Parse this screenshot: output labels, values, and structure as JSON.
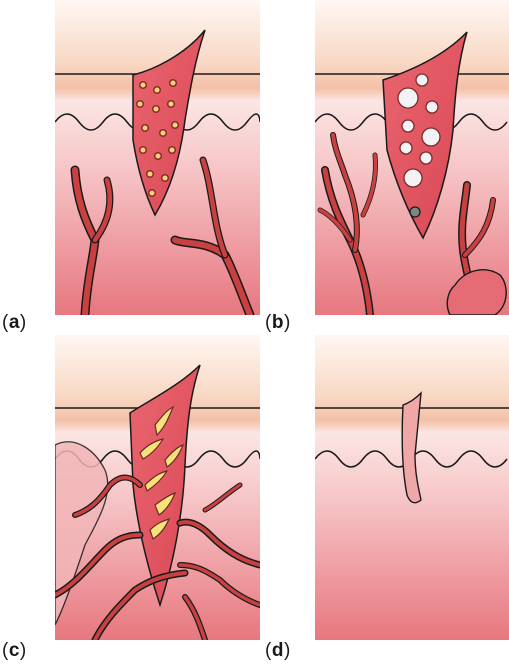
{
  "panels": [
    {
      "id": "a",
      "label": "(a)",
      "letter": "a"
    },
    {
      "id": "b",
      "label": "(b)",
      "letter": "b"
    },
    {
      "id": "c",
      "label": "(c)",
      "letter": "c"
    },
    {
      "id": "d",
      "label": "(d)",
      "letter": "d"
    }
  ],
  "colors": {
    "epidermis": "#f6c7a6",
    "dermis_top": "#fbe3e0",
    "dermis_bottom": "#e97d84",
    "clot": "#e0505c",
    "vessel": "#c73838",
    "outline": "#1a1a1a",
    "scar": "#f0a7a7"
  }
}
